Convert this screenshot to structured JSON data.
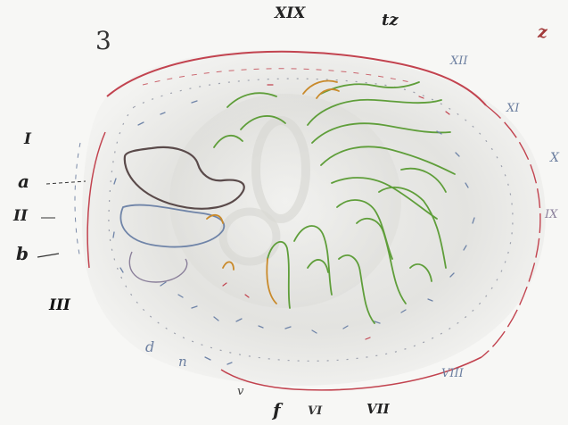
{
  "figure": {
    "number": "3",
    "colors": {
      "outline_red": "#c2434f",
      "lobe_dark": "#5a4a4a",
      "vessel_green": "#5f9e3a",
      "vessel_gold": "#c98a2b",
      "cell_blue": "#6f84a8",
      "label_dark": "#222222",
      "label_blue": "#6c7fa0",
      "label_red": "#a23a3a"
    },
    "labels": {
      "XIX": "XIX",
      "tz": "tz",
      "z_corner": "z",
      "XII": "XII",
      "XI": "XI",
      "X": "X",
      "IX": "IX",
      "VIII": "VIII",
      "VII": "VII",
      "VI": "VI",
      "f": "f",
      "v": "v",
      "n": "n",
      "d": "d",
      "I": "I",
      "a": "a",
      "II": "II",
      "b": "b",
      "III": "III"
    }
  }
}
